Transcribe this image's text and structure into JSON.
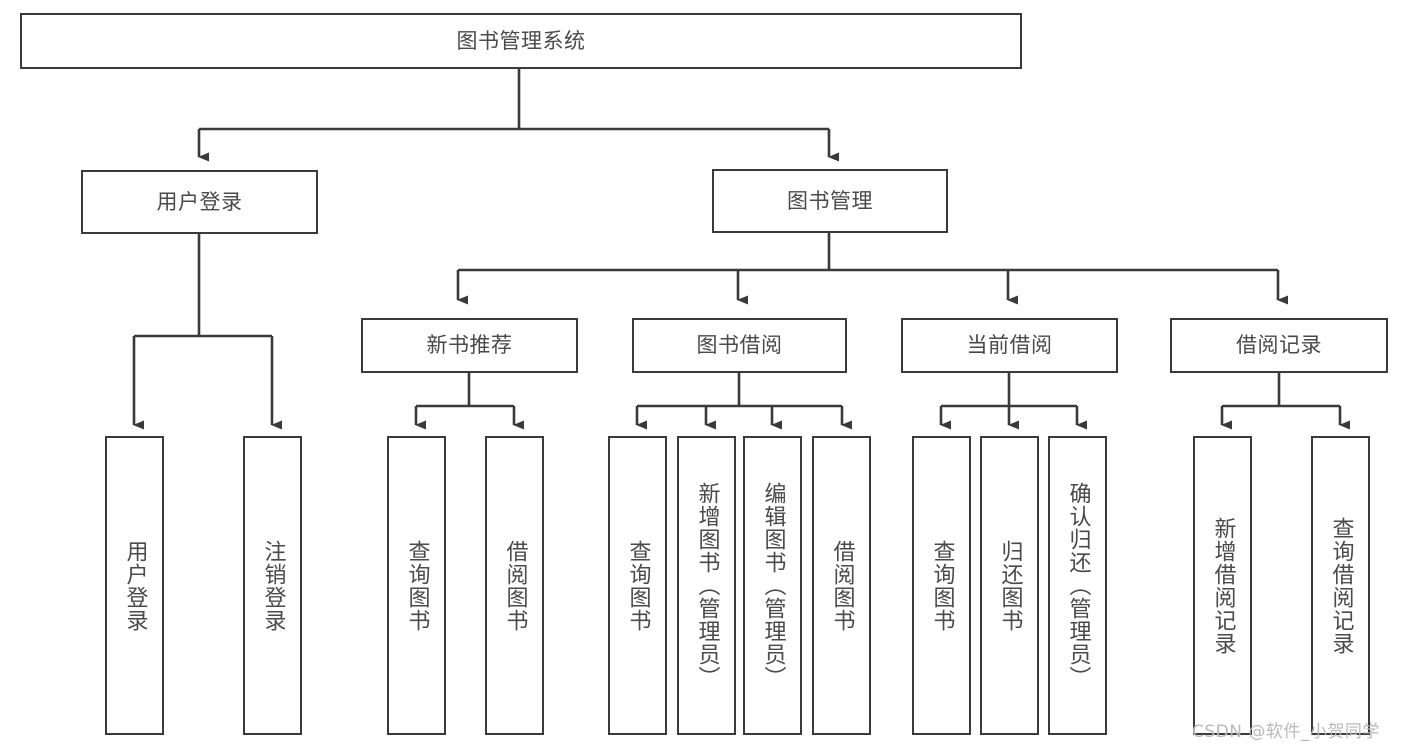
{
  "diagram": {
    "title": "图书管理系统",
    "type": "tree-structure-chart",
    "nodes": {
      "root": {
        "label": "图书管理系统"
      },
      "level1": [
        {
          "id": "user-login",
          "label": "用户登录"
        },
        {
          "id": "book-management",
          "label": "图书管理"
        }
      ],
      "level2": [
        {
          "id": "new-book-recommend",
          "label": "新书推荐"
        },
        {
          "id": "book-borrow",
          "label": "图书借阅"
        },
        {
          "id": "current-borrow",
          "label": "当前借阅"
        },
        {
          "id": "borrow-record",
          "label": "借阅记录"
        }
      ],
      "leaves": {
        "user_login": [
          {
            "id": "leaf-user-login",
            "label": "用户登录"
          },
          {
            "id": "leaf-logout-login",
            "label": "注销登录"
          }
        ],
        "new_book_recommend": [
          {
            "id": "leaf-query-book-1",
            "label": "查询图书"
          },
          {
            "id": "leaf-borrow-book-1",
            "label": "借阅图书"
          }
        ],
        "book_borrow": [
          {
            "id": "leaf-query-book-2",
            "label": "查询图书"
          },
          {
            "id": "leaf-add-book",
            "label": "新增图书（管理员）"
          },
          {
            "id": "leaf-edit-book",
            "label": "编辑图书（管理员）"
          },
          {
            "id": "leaf-borrow-book-2",
            "label": "借阅图书"
          }
        ],
        "current_borrow": [
          {
            "id": "leaf-query-book-3",
            "label": "查询图书"
          },
          {
            "id": "leaf-return-book",
            "label": "归还图书"
          },
          {
            "id": "leaf-confirm-return",
            "label": "确认归还（管理员）"
          }
        ],
        "borrow_record": [
          {
            "id": "leaf-add-record",
            "label": "新增借阅记录"
          },
          {
            "id": "leaf-query-record",
            "label": "查询借阅记录"
          }
        ]
      }
    },
    "colors": {
      "border": "#3a3a3a",
      "text": "#4a4a4a",
      "background": "#ffffff",
      "watermark": "#b9b9b9"
    }
  },
  "watermark": {
    "text": "CSDN @软件_小贺同学"
  }
}
